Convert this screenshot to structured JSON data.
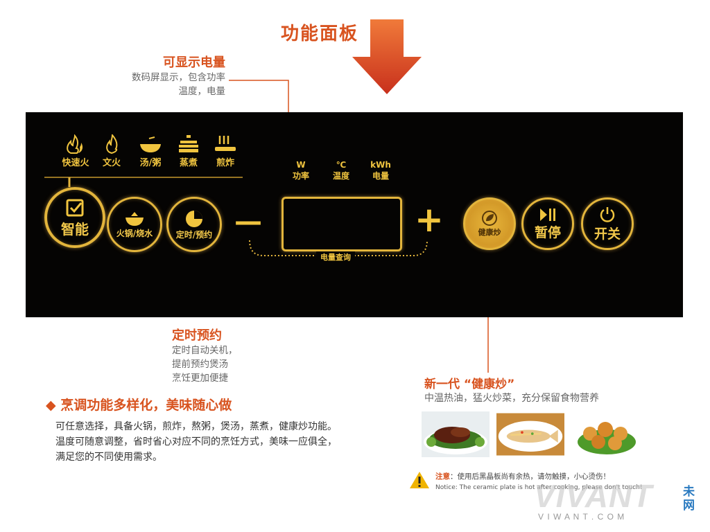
{
  "title": "功能面板",
  "callouts": {
    "display": {
      "heading": "可显示电量",
      "lines": [
        "数码屏显示，包含功率",
        "温度，电量"
      ]
    },
    "timer": {
      "heading": "定时预约",
      "lines": [
        "定时自动关机，",
        "提前预约煲汤",
        "烹饪更加便捷"
      ]
    },
    "healthy": {
      "heading": "新一代 “健康炒”",
      "lines": [
        "中温热油，猛火炒菜，充分保留食物营养"
      ]
    }
  },
  "modes": [
    {
      "label": "快速火",
      "icon": "double-flame-icon"
    },
    {
      "label": "文火",
      "icon": "flame-icon"
    },
    {
      "label": "汤/粥",
      "icon": "bowl-icon"
    },
    {
      "label": "蒸煮",
      "icon": "steamer-icon"
    },
    {
      "label": "煎炸",
      "icon": "frying-icon"
    }
  ],
  "buttons": {
    "smart": "智能",
    "hotpot": "火锅/烧水",
    "timer": "定时/预约",
    "healthy": "健康炒",
    "pause": "暂停",
    "power": "开关"
  },
  "units": [
    {
      "top": "W",
      "bottom": "功率"
    },
    {
      "top": "℃",
      "bottom": "温度"
    },
    {
      "top": "kWh",
      "bottom": "电量"
    }
  ],
  "minus": "—",
  "plus": "+",
  "query_label": "电量查询",
  "feature": {
    "heading": "烹调功能多样化，美味随心做",
    "lines": [
      "可任意选择，具备火锅，煎炸，熬粥，煲汤，蒸煮，健康炒功能。",
      "温度可随意调整，省时省心对应不同的烹饪方式，美味一应俱全，",
      "满足您的不同使用需求。"
    ]
  },
  "warning": {
    "label": "注意",
    "cn": "：使用后黑晶板尚有余热，请勿触摸，小心烫伤！",
    "en": "Notice: The ceramic plate is hot after cooking, please don't touch!"
  },
  "logo": {
    "text": "VIVANT",
    "url": "V I W A N T . C O M"
  }
}
